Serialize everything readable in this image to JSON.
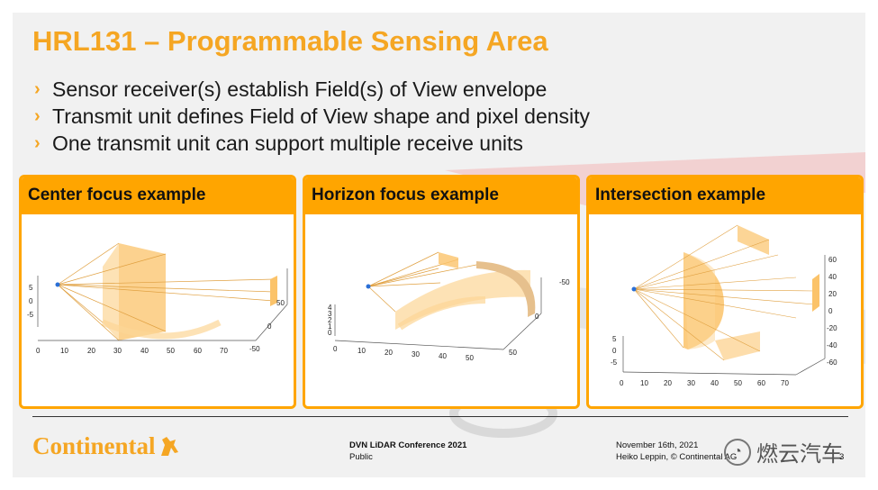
{
  "slide": {
    "title": "HRL131 – Programmable Sensing Area",
    "bullets": [
      "Sensor receiver(s) establish Field(s) of View envelope",
      "Transmit unit defines Field of View shape and pixel density",
      "One transmit unit can support multiple receive units"
    ]
  },
  "panels": [
    {
      "title": "Center focus example",
      "x_ticks": [
        "0",
        "10",
        "20",
        "30",
        "40",
        "50",
        "60",
        "70"
      ],
      "y_ticks": [
        "5",
        "0",
        "-5"
      ],
      "z_ticks": [
        "50",
        "0",
        "-50"
      ]
    },
    {
      "title": "Horizon focus example",
      "x_ticks": [
        "0",
        "10",
        "20",
        "30",
        "40",
        "50"
      ],
      "y_ticks": [
        "4",
        "3",
        "2",
        "1",
        "0"
      ],
      "z_ticks": [
        "-50",
        "0",
        "50"
      ]
    },
    {
      "title": "Intersection example",
      "x_ticks": [
        "0",
        "10",
        "20",
        "30",
        "40",
        "50",
        "60",
        "70"
      ],
      "y_ticks": [
        "5",
        "0",
        "-5"
      ],
      "z_ticks": [
        "60",
        "40",
        "20",
        "0",
        "-20",
        "-40",
        "-60"
      ]
    }
  ],
  "footer": {
    "logo_text": "Continental",
    "conference": "DVN LiDAR Conference 2021",
    "classification": "Public",
    "date": "November 16th, 2021",
    "author": "Heiko Leppin, © Continental AG",
    "page": "3",
    "watermark": "燃云汽车"
  },
  "colors": {
    "accent": "#ffa500",
    "title": "#f5a623",
    "fov_fill": "#fbc36a",
    "ray": "#e8a030"
  },
  "icons": {
    "bullet": "chevron-right-icon",
    "logo": "continental-horse-icon",
    "watermark": "wechat-icon",
    "sensor": "sensor-origin-icon"
  }
}
